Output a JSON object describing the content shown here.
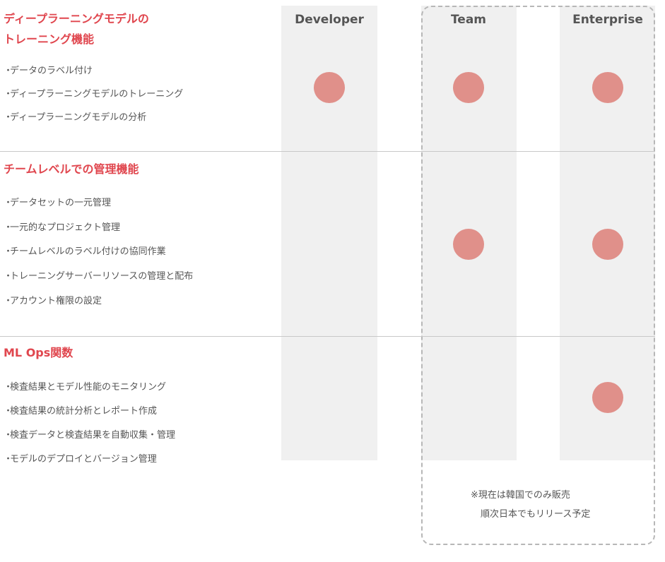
{
  "columns": [
    {
      "label": "Developer"
    },
    {
      "label": "Team"
    },
    {
      "label": "Enterprise"
    }
  ],
  "sections": [
    {
      "title_lines": [
        "ディープラーニングモデルの",
        "トレーニング機能"
      ],
      "features": [
        "データのラベル付け",
        "ディープラーニングモデルのトレーニング",
        "ディープラーニングモデルの分析"
      ],
      "availability": {
        "developer": true,
        "team": true,
        "enterprise": true
      }
    },
    {
      "title_lines": [
        "チームレベルでの管理機能"
      ],
      "features": [
        "データセットの一元管理",
        "一元的なプロジェクト管理",
        "チームレベルのラベル付けの協同作業",
        "トレーニングサーバーリソースの管理と配布",
        "アカウント権限の設定"
      ],
      "availability": {
        "developer": false,
        "team": true,
        "enterprise": true
      }
    },
    {
      "title_lines": [
        "ML Ops関数"
      ],
      "features": [
        "検査結果とモデル性能のモニタリング",
        "検査結果の統計分析とレポート作成",
        "検査データと検査結果を自動収集・管理",
        "モデルのデプロイとバージョン管理"
      ],
      "availability": {
        "developer": false,
        "team": false,
        "enterprise": true
      }
    }
  ],
  "bullet": "・",
  "note": {
    "line1": "※現在は韓国でのみ販売",
    "line2": "順次日本でもリリース予定"
  },
  "colors": {
    "accent": "#e0464e",
    "dot": "#e0908a",
    "column_bg": "#f0f0f0",
    "dashed_border": "#b7b7b7"
  }
}
